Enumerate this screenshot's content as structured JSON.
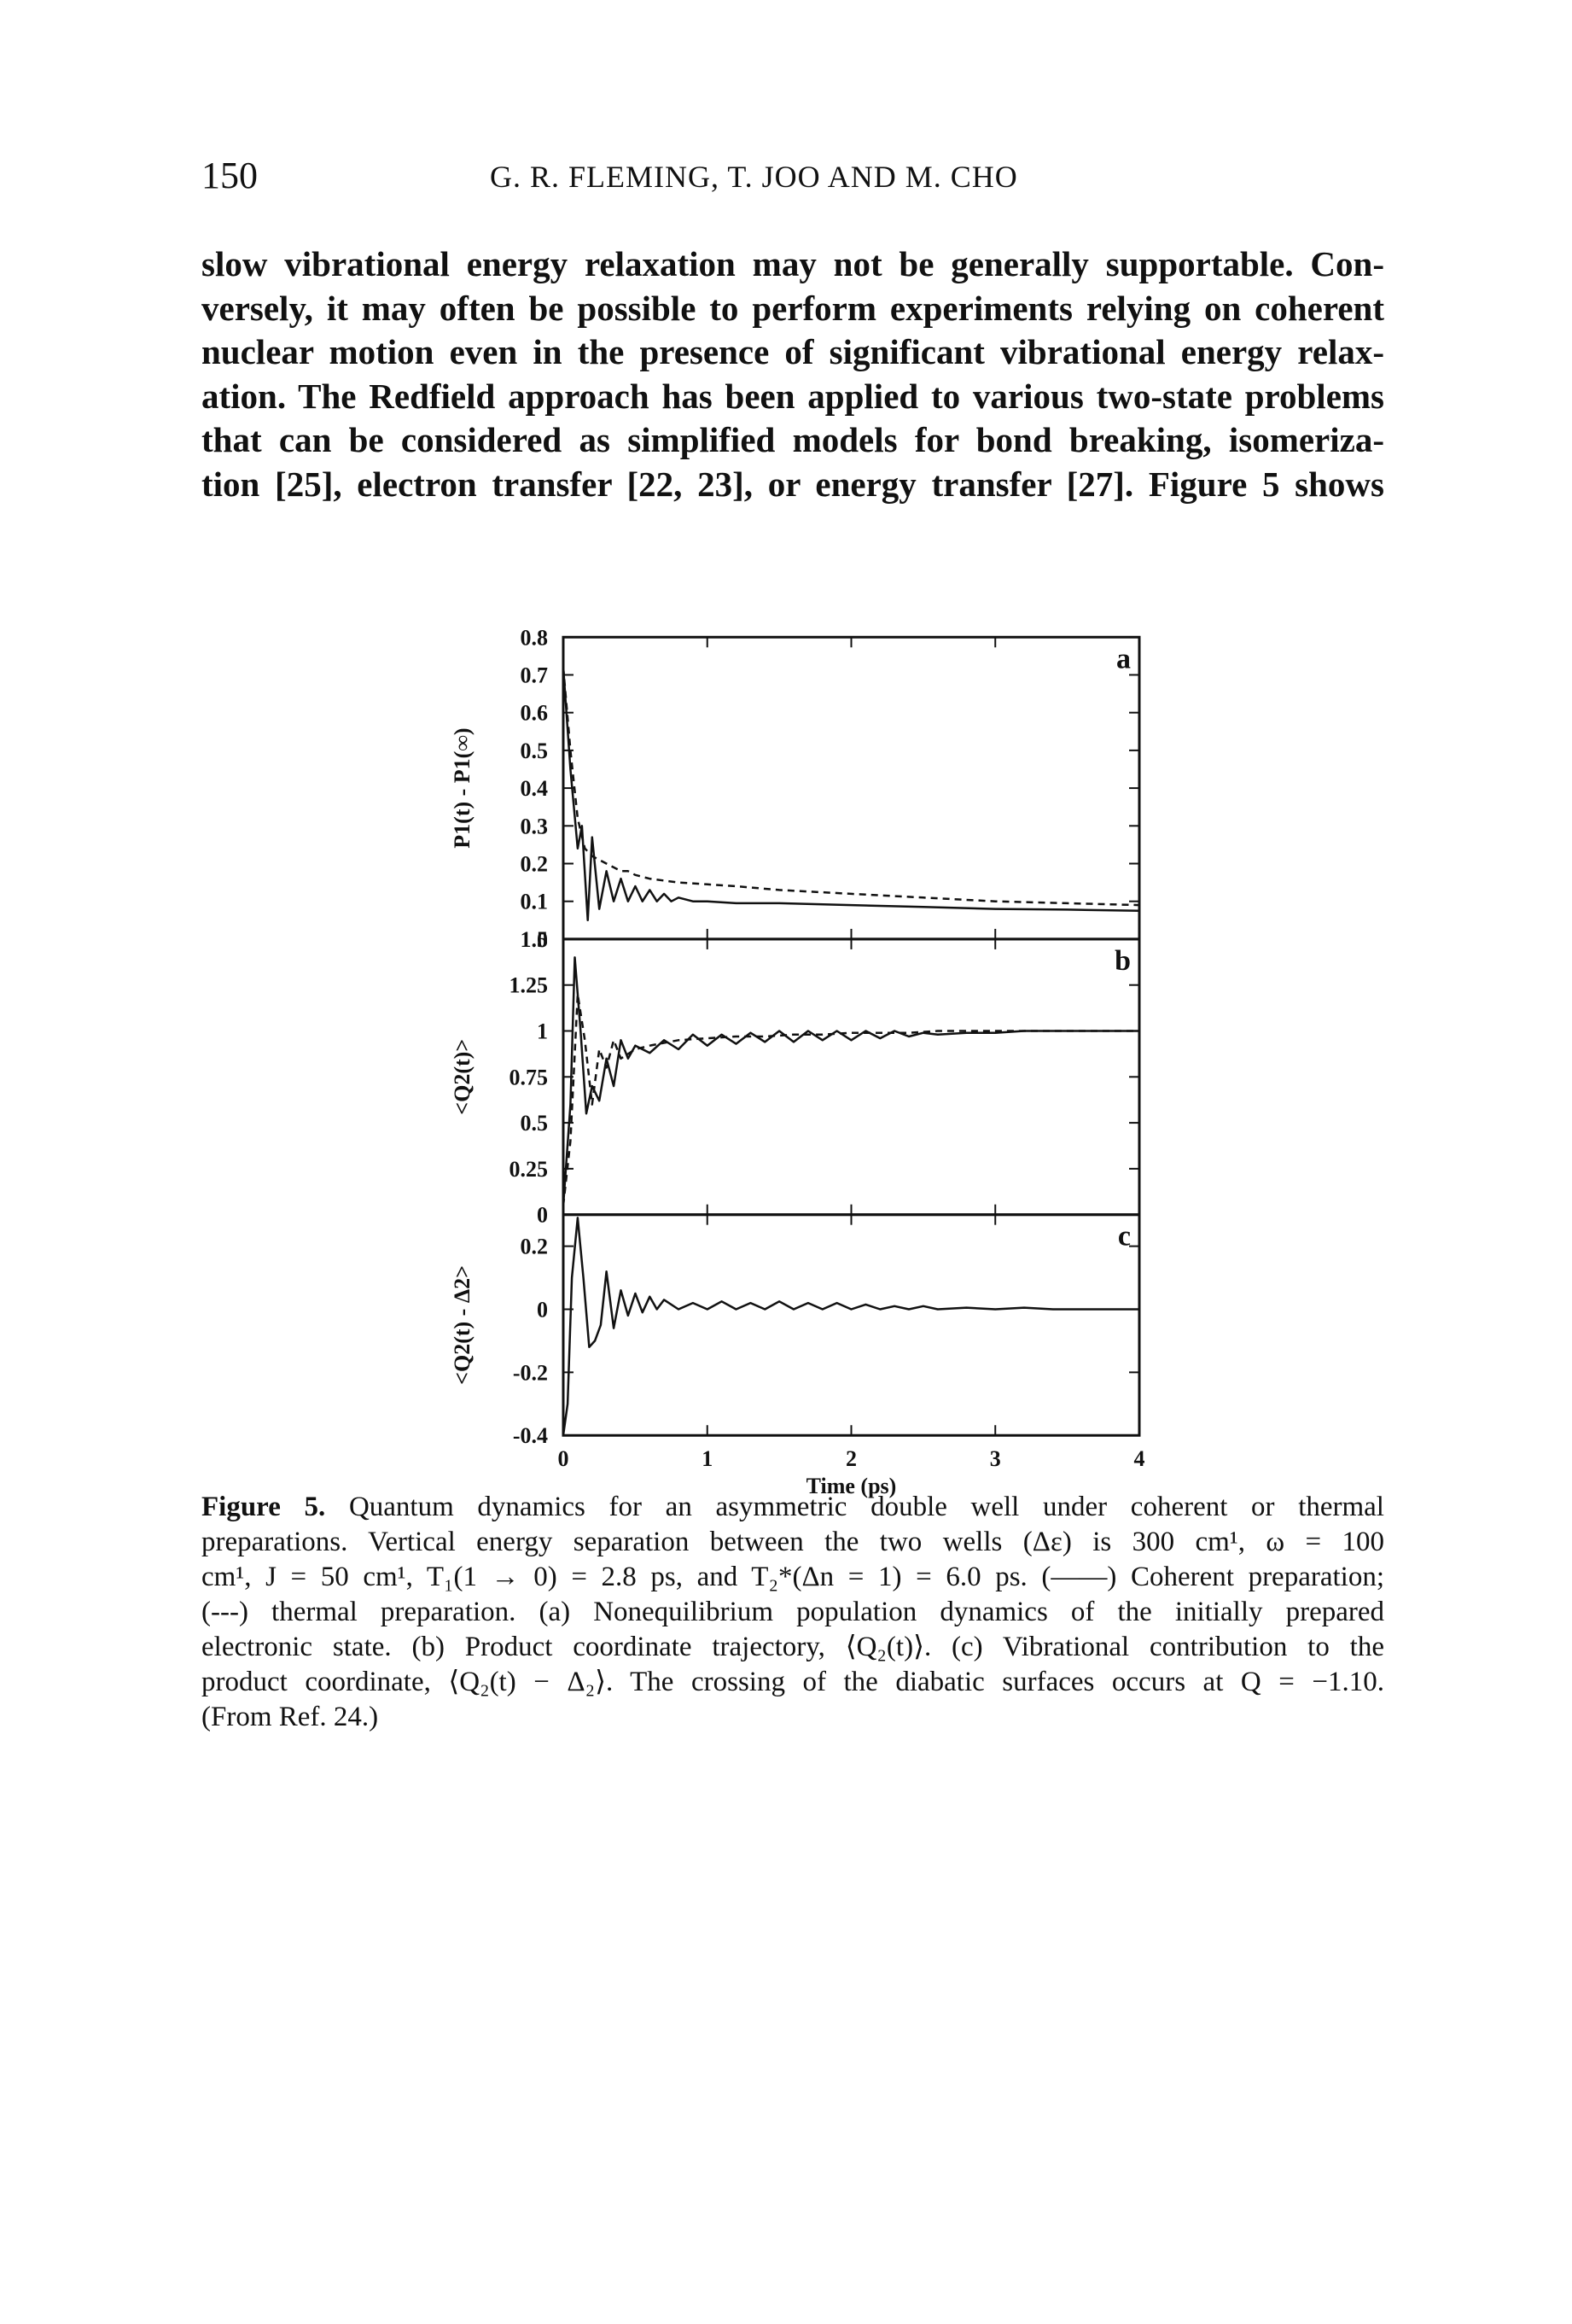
{
  "header": {
    "page_number": "150",
    "running_head": "G. R. FLEMING, T. JOO AND M. CHO"
  },
  "body_text": {
    "lines": [
      "slow vibrational energy relaxation may not be generally supportable. Con-",
      "versely, it may often be possible to perform experiments relying on coherent",
      "nuclear motion even in the presence of significant vibrational energy relax-",
      "ation. The Redfield approach has been applied to various two-state problems",
      "that can be considered as simplified models for bond breaking, isomeriza-",
      "tion [25], electron transfer [22, 23], or energy transfer [27]. Figure 5 shows"
    ]
  },
  "figure": {
    "x_axis_label": "Time (ps)",
    "x_ticks": [
      "0",
      "1",
      "2",
      "3",
      "4"
    ],
    "line_color": "#111111"
  },
  "chart_data": [
    {
      "type": "line",
      "panel_label": "a",
      "ylabel": "P1(t) - P1(∞)",
      "ylim": [
        0,
        0.8
      ],
      "yticks": [
        "0",
        "0.1",
        "0.2",
        "0.3",
        "0.4",
        "0.5",
        "0.6",
        "0.7",
        "0.8"
      ],
      "xlim": [
        0,
        4
      ],
      "series": [
        {
          "style": "solid",
          "x": [
            0.0,
            0.05,
            0.1,
            0.13,
            0.17,
            0.2,
            0.25,
            0.3,
            0.35,
            0.4,
            0.45,
            0.5,
            0.55,
            0.6,
            0.65,
            0.7,
            0.75,
            0.8,
            0.9,
            1.0,
            1.2,
            1.5,
            2.0,
            2.5,
            3.0,
            3.5,
            4.0
          ],
          "y": [
            0.72,
            0.45,
            0.24,
            0.3,
            0.05,
            0.27,
            0.08,
            0.18,
            0.1,
            0.16,
            0.1,
            0.14,
            0.1,
            0.13,
            0.1,
            0.12,
            0.1,
            0.11,
            0.1,
            0.1,
            0.095,
            0.095,
            0.09,
            0.085,
            0.08,
            0.078,
            0.075
          ]
        },
        {
          "style": "dashed",
          "x": [
            0.0,
            0.05,
            0.1,
            0.15,
            0.2,
            0.25,
            0.3,
            0.35,
            0.4,
            0.45,
            0.5,
            0.6,
            0.7,
            0.8,
            1.0,
            1.2,
            1.5,
            2.0,
            2.5,
            3.0,
            3.5,
            4.0
          ],
          "y": [
            0.72,
            0.5,
            0.32,
            0.24,
            0.22,
            0.21,
            0.2,
            0.19,
            0.18,
            0.18,
            0.17,
            0.16,
            0.155,
            0.15,
            0.145,
            0.14,
            0.13,
            0.12,
            0.11,
            0.1,
            0.095,
            0.09
          ]
        }
      ]
    },
    {
      "type": "line",
      "panel_label": "b",
      "ylabel": "<Q2(t)>",
      "ylim": [
        0,
        1.5
      ],
      "yticks": [
        "0",
        "0.25",
        "0.5",
        "0.75",
        "1",
        "1.25",
        "1.5"
      ],
      "xlim": [
        0,
        4
      ],
      "series": [
        {
          "style": "solid",
          "x": [
            0.0,
            0.05,
            0.08,
            0.12,
            0.16,
            0.2,
            0.25,
            0.3,
            0.35,
            0.4,
            0.45,
            0.5,
            0.6,
            0.7,
            0.8,
            0.9,
            1.0,
            1.1,
            1.2,
            1.3,
            1.4,
            1.5,
            1.6,
            1.7,
            1.8,
            1.9,
            2.0,
            2.1,
            2.2,
            2.3,
            2.4,
            2.5,
            2.6,
            2.8,
            3.0,
            3.2,
            3.5,
            4.0
          ],
          "y": [
            0.05,
            0.6,
            1.4,
            1.0,
            0.55,
            0.7,
            0.62,
            0.85,
            0.7,
            0.95,
            0.85,
            0.92,
            0.88,
            0.95,
            0.9,
            0.98,
            0.92,
            0.98,
            0.93,
            0.99,
            0.94,
            1.0,
            0.94,
            1.0,
            0.95,
            1.0,
            0.95,
            1.0,
            0.96,
            1.0,
            0.97,
            0.99,
            0.98,
            0.99,
            0.99,
            1.0,
            1.0,
            1.0
          ]
        },
        {
          "style": "dashed",
          "x": [
            0.0,
            0.05,
            0.1,
            0.15,
            0.2,
            0.25,
            0.3,
            0.35,
            0.4,
            0.5,
            0.6,
            0.8,
            1.0,
            1.2,
            1.4,
            1.6,
            1.8,
            2.0,
            2.2,
            2.4,
            2.6,
            2.8,
            3.0,
            3.2,
            3.5,
            4.0
          ],
          "y": [
            0.05,
            0.4,
            1.2,
            0.95,
            0.6,
            0.9,
            0.8,
            0.95,
            0.85,
            0.9,
            0.92,
            0.95,
            0.96,
            0.97,
            0.97,
            0.98,
            0.98,
            0.99,
            0.99,
            0.99,
            1.0,
            1.0,
            1.0,
            1.0,
            1.0,
            1.0
          ]
        }
      ]
    },
    {
      "type": "line",
      "panel_label": "c",
      "ylabel": "<Q2(t) - Δ2>",
      "ylim": [
        -0.4,
        0.3
      ],
      "yticks": [
        "-0.4",
        "-0.2",
        "0",
        "0.2"
      ],
      "xlim": [
        0,
        4
      ],
      "series": [
        {
          "style": "solid",
          "x": [
            0.0,
            0.03,
            0.06,
            0.1,
            0.14,
            0.18,
            0.22,
            0.26,
            0.3,
            0.35,
            0.4,
            0.45,
            0.5,
            0.55,
            0.6,
            0.65,
            0.7,
            0.8,
            0.9,
            1.0,
            1.1,
            1.2,
            1.3,
            1.4,
            1.5,
            1.6,
            1.7,
            1.8,
            1.9,
            2.0,
            2.1,
            2.2,
            2.3,
            2.4,
            2.5,
            2.6,
            2.8,
            3.0,
            3.2,
            3.4,
            3.6,
            3.8,
            4.0
          ],
          "y": [
            -0.4,
            -0.3,
            0.1,
            0.29,
            0.1,
            -0.12,
            -0.1,
            -0.05,
            0.12,
            -0.06,
            0.06,
            -0.02,
            0.05,
            -0.01,
            0.04,
            0.0,
            0.03,
            0.0,
            0.02,
            0.0,
            0.025,
            0.0,
            0.02,
            0.0,
            0.025,
            0.0,
            0.02,
            0.0,
            0.02,
            0.0,
            0.015,
            0.0,
            0.01,
            0.0,
            0.01,
            0.0,
            0.005,
            0.0,
            0.005,
            0.0,
            0.0,
            0.0,
            0.0
          ]
        }
      ]
    }
  ],
  "caption": {
    "label": "Figure 5.",
    "lines": [
      "Quantum dynamics for an asymmetric double well under coherent or thermal",
      "preparations. Vertical energy separation between the two wells (Δε) is 300 cm¹, ω = 100",
      "cm¹, J = 50 cm¹, T₁(1 → 0) = 2.8 ps, and T₂*(Δn = 1) = 6.0 ps. (——) Coherent preparation;",
      "(---) thermal preparation. (a) Nonequilibrium population dynamics of the initially prepared",
      "electronic state. (b) Product coordinate trajectory, ⟨Q₂(t)⟩. (c) Vibrational contribution to the",
      "product coordinate, ⟨Q₂(t) − Δ₂⟩. The crossing of the diabatic surfaces occurs at Q = −1.10.",
      "(From Ref. 24.)"
    ]
  }
}
